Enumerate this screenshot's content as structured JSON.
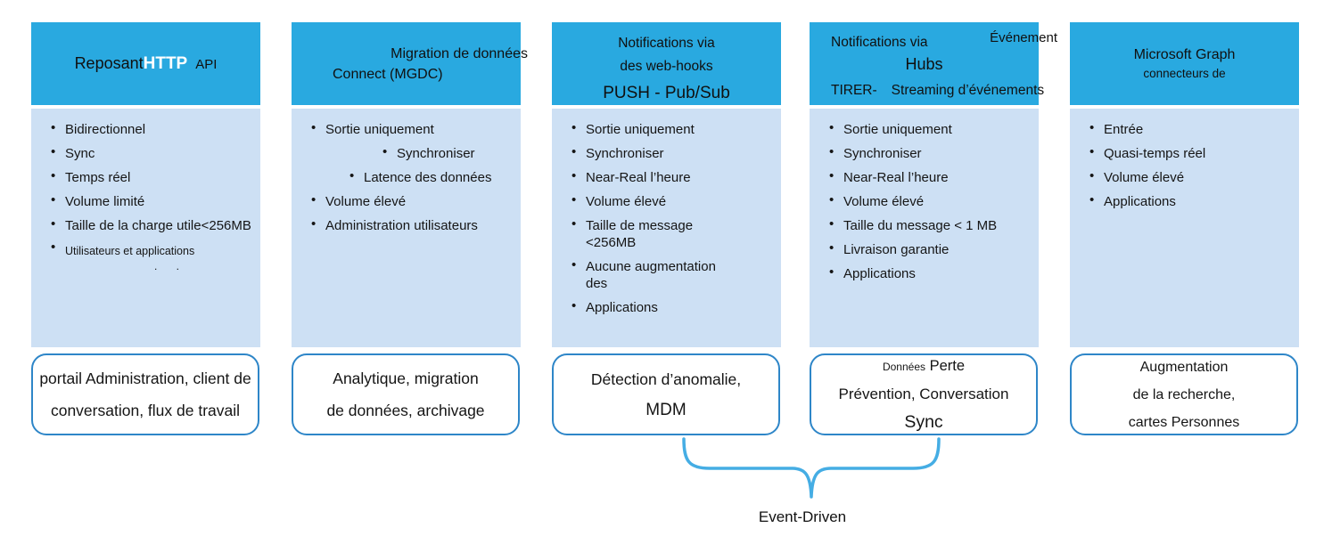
{
  "colors": {
    "header_blue": "#29A9E0",
    "body_blue": "#CDE0F4",
    "box_border": "#2E86C8",
    "brace_blue": "#45ADE4",
    "text": "#151515",
    "header_highlight": "#ffffff"
  },
  "columns": [
    {
      "name": "rest-api",
      "header": {
        "pre": "Reposant",
        "bold": "HTTP",
        "post": "API"
      },
      "items": [
        "Bidirectionnel",
        "Sync",
        "Temps réel",
        "Volume limité",
        "Taille de la charge utile<256MB",
        "Utilisateurs et applications"
      ],
      "dots": ". .",
      "box": {
        "line1": "portail Administration, client de",
        "line2": "conversation, flux de travail"
      }
    },
    {
      "name": "mgdc",
      "header": {
        "line1": "Migration de données",
        "line2": "Connect (MGDC)"
      },
      "items": [
        "Sortie uniquement",
        "Synchroniser",
        "Latence des données",
        "Volume élevé",
        "Administration utilisateurs"
      ],
      "box": {
        "line1": "Analytique, migration",
        "line2": "de données, archivage"
      }
    },
    {
      "name": "webhooks-push",
      "header": {
        "line1": "Notifications via",
        "line2": "des web-hooks",
        "line3": "PUSH - Pub/Sub"
      },
      "items": [
        "Sortie uniquement",
        "Synchroniser",
        "Near-Real l’heure",
        "Volume élevé",
        "Taille de message\n<256MB",
        "Aucune augmentation\ndes",
        "Applications"
      ],
      "box": {
        "line1": "Détection d’anomalie,",
        "line2": "MDM"
      }
    },
    {
      "name": "event-hubs",
      "header": {
        "line1": "Notifications via",
        "tag": "Événement",
        "line2": "Hubs",
        "line3a": "TIRER-",
        "line3b": "Streaming d’événements"
      },
      "items": [
        "Sortie uniquement",
        "Synchroniser",
        "Near-Real l’heure",
        "Volume élevé",
        "Taille du message < 1 MB",
        "Livraison garantie",
        "Applications"
      ],
      "box": {
        "line1_small": "Données",
        "line1": "Perte",
        "line2": "Prévention, Conversation",
        "line3": "Sync"
      }
    },
    {
      "name": "graph-connectors",
      "header": {
        "line1": "Microsoft Graph",
        "line2": "connecteurs de"
      },
      "items": [
        "Entrée",
        "Quasi-temps réel",
        "Volume élevé",
        "Applications"
      ],
      "box": {
        "line1": "Augmentation",
        "line2": "de la recherche,",
        "line3": "cartes Personnes"
      }
    }
  ],
  "footer": {
    "label": "Event-Driven"
  }
}
